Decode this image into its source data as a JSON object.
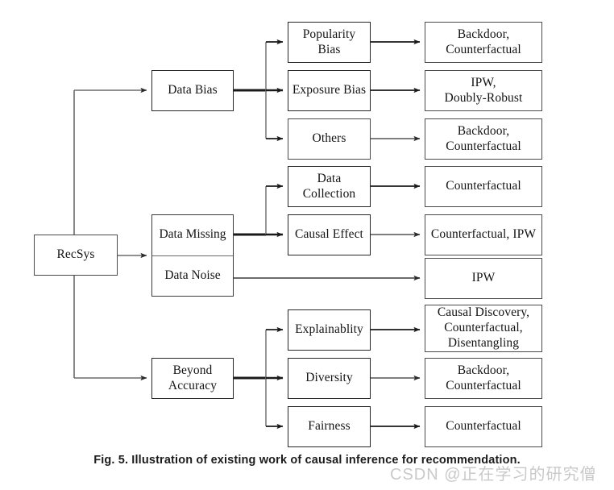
{
  "figure": {
    "caption": "Fig. 5.  Illustration of existing work of causal inference for recommendation.",
    "watermark": "CSDN @正在学习的研究僧"
  },
  "diagram": {
    "type": "flowchart",
    "orientation": "left-to-right",
    "colors": {
      "background": "#ffffff",
      "box_border": "#4a4a4a",
      "box_fill": "#ffffff",
      "text": "#141414",
      "connector_thick": "#1a1a1a",
      "connector_thin": "#6b6b6b"
    },
    "root": {
      "id": "recsys",
      "label": "RecSys"
    },
    "level1": [
      {
        "id": "data-bias",
        "label": "Data Bias"
      },
      {
        "id": "data-missing",
        "label": "Data Missing"
      },
      {
        "id": "data-noise",
        "label": "Data Noise"
      },
      {
        "id": "beyond-accuracy",
        "label": "Beyond\nAccuracy",
        "line1": "Beyond",
        "line2": "Accuracy"
      }
    ],
    "level2": [
      {
        "id": "popularity-bias",
        "parent": "data-bias",
        "line1": "Popularity",
        "line2": "Bias"
      },
      {
        "id": "exposure-bias",
        "parent": "data-bias",
        "line1": "Exposure Bias",
        "line2": ""
      },
      {
        "id": "others",
        "parent": "data-bias",
        "line1": "Others",
        "line2": ""
      },
      {
        "id": "data-collection",
        "parent": "data-missing",
        "line1": "Data",
        "line2": "Collection"
      },
      {
        "id": "causal-effect",
        "parent": "data-missing",
        "line1": "Causal Effect",
        "line2": ""
      },
      {
        "id": "explainablity",
        "parent": "beyond-accuracy",
        "line1": "Explainablity",
        "line2": ""
      },
      {
        "id": "diversity",
        "parent": "beyond-accuracy",
        "line1": "Diversity",
        "line2": ""
      },
      {
        "id": "fairness",
        "parent": "beyond-accuracy",
        "line1": "Fairness",
        "line2": ""
      }
    ],
    "level3": [
      {
        "id": "m-popularity-bias",
        "parent": "popularity-bias",
        "line1": "Backdoor,",
        "line2": "Counterfactual",
        "line3": ""
      },
      {
        "id": "m-exposure-bias",
        "parent": "exposure-bias",
        "line1": "IPW,",
        "line2": "Doubly-Robust",
        "line3": ""
      },
      {
        "id": "m-others",
        "parent": "others",
        "line1": "Backdoor,",
        "line2": "Counterfactual",
        "line3": ""
      },
      {
        "id": "m-data-collection",
        "parent": "data-collection",
        "line1": "Counterfactual",
        "line2": "",
        "line3": ""
      },
      {
        "id": "m-causal-effect",
        "parent": "causal-effect",
        "line1": "Counterfactual, IPW",
        "line2": "",
        "line3": ""
      },
      {
        "id": "m-data-noise",
        "parent": "data-noise",
        "line1": "IPW",
        "line2": "",
        "line3": ""
      },
      {
        "id": "m-explainablity",
        "parent": "explainablity",
        "line1": "Causal Discovery,",
        "line2": "Counterfactual,",
        "line3": "Disentangling"
      },
      {
        "id": "m-diversity",
        "parent": "diversity",
        "line1": "Backdoor,",
        "line2": "Counterfactual",
        "line3": ""
      },
      {
        "id": "m-fairness",
        "parent": "fairness",
        "line1": "Counterfactual",
        "line2": "",
        "line3": ""
      }
    ]
  }
}
